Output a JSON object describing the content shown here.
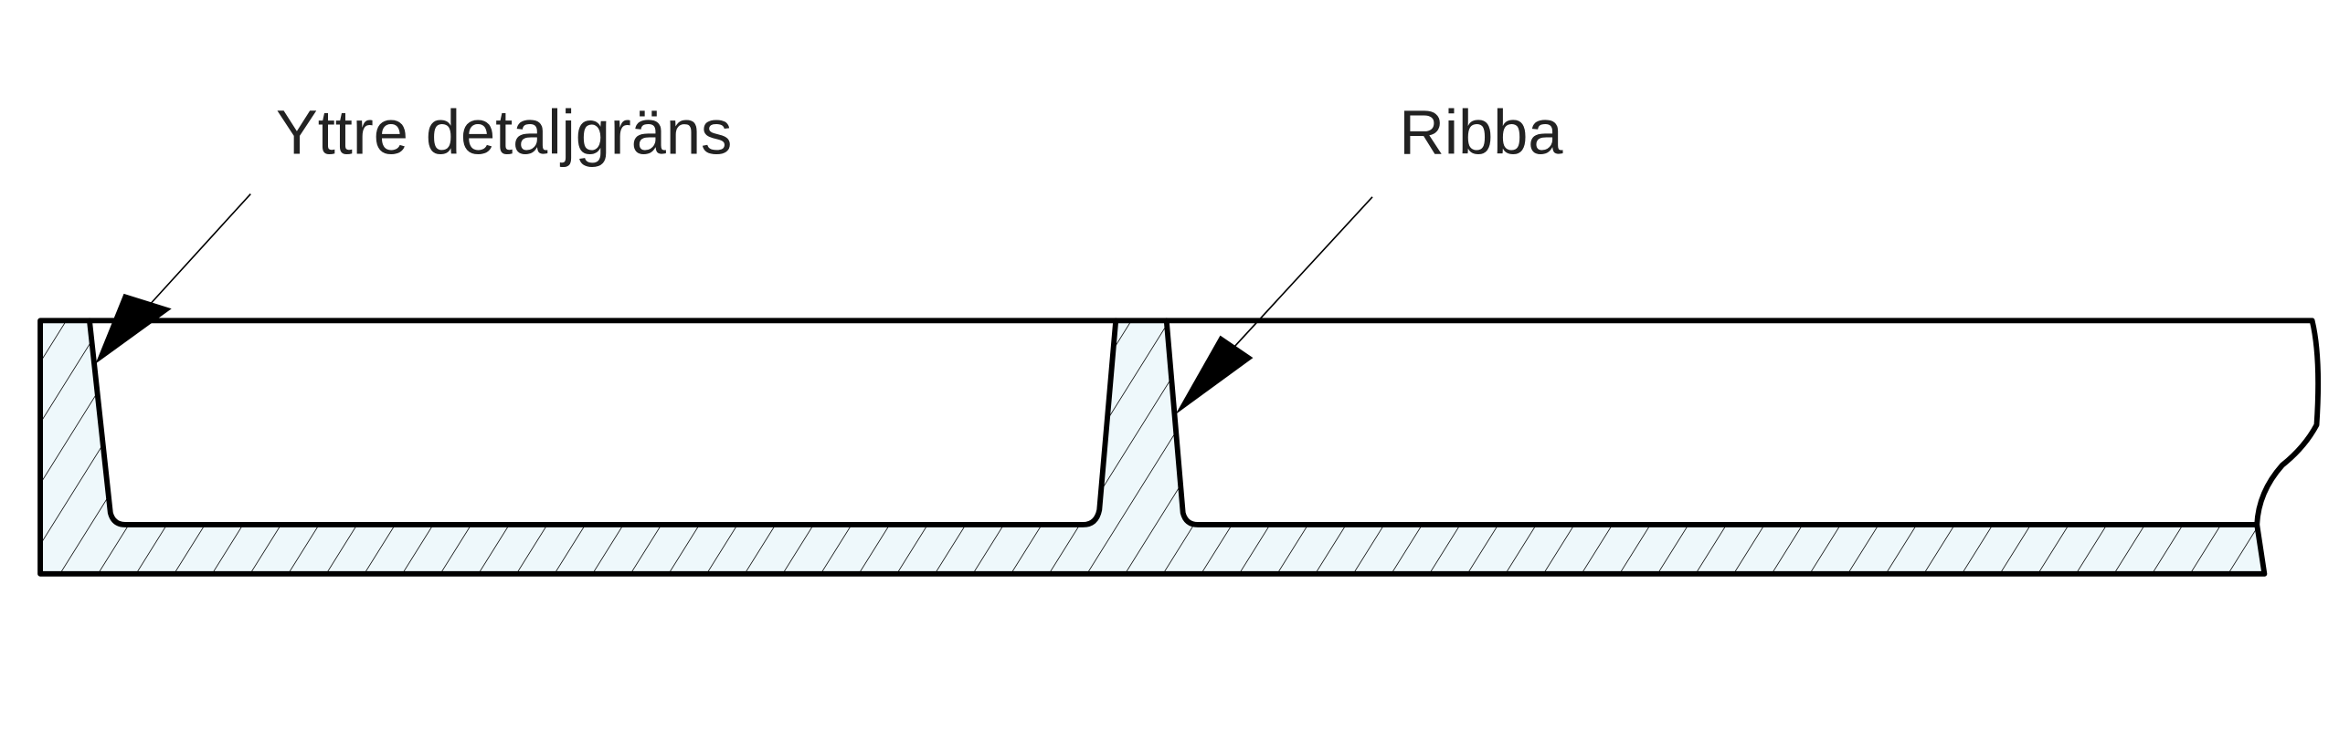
{
  "diagram": {
    "type": "cross-section drawing",
    "labels": {
      "outer_boundary": "Yttre detaljgräns",
      "rib": "Ribba"
    },
    "colors": {
      "line": "#000000",
      "hatch_fill": "#eef8fb",
      "text": "#222222"
    }
  }
}
